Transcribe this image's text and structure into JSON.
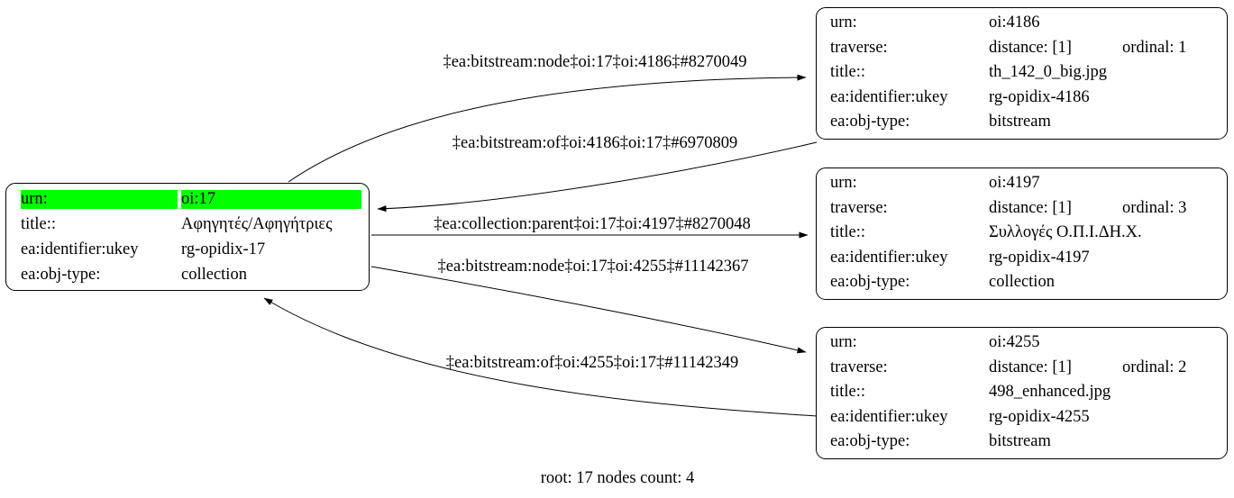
{
  "colors": {
    "highlight": "#00ff00",
    "border": "#000000",
    "edge": "#000000",
    "background": "#ffffff",
    "text": "#000000"
  },
  "caption": "root: 17 nodes count: 4",
  "root_node": {
    "rows": [
      {
        "label": "urn:",
        "value": "oi:17",
        "highlight": true
      },
      {
        "label": "title::",
        "value": "Αφηγητές/Αφηγήτριες"
      },
      {
        "label": "ea:identifier:ukey",
        "value": "rg-opidix-17"
      },
      {
        "label": "ea:obj-type:",
        "value": "collection"
      }
    ]
  },
  "child_nodes": [
    {
      "id": "oi:4186",
      "rows": [
        {
          "label": "urn:",
          "value": "oi:4186"
        },
        {
          "label": "traverse:",
          "value": "distance: [1]",
          "value2": "ordinal: 1"
        },
        {
          "label": "title::",
          "value": "th_142_0_big.jpg"
        },
        {
          "label": "ea:identifier:ukey",
          "value": "rg-opidix-4186"
        },
        {
          "label": "ea:obj-type:",
          "value": "bitstream"
        }
      ]
    },
    {
      "id": "oi:4197",
      "rows": [
        {
          "label": "urn:",
          "value": "oi:4197"
        },
        {
          "label": "traverse:",
          "value": "distance: [1]",
          "value2": "ordinal: 3"
        },
        {
          "label": "title::",
          "value": "Συλλογές Ο.Π.Ι.ΔΗ.Χ."
        },
        {
          "label": "ea:identifier:ukey",
          "value": "rg-opidix-4197"
        },
        {
          "label": "ea:obj-type:",
          "value": "collection"
        }
      ]
    },
    {
      "id": "oi:4255",
      "rows": [
        {
          "label": "urn:",
          "value": "oi:4255"
        },
        {
          "label": "traverse:",
          "value": "distance: [1]",
          "value2": "ordinal: 2"
        },
        {
          "label": "title::",
          "value": "498_enhanced.jpg"
        },
        {
          "label": "ea:identifier:ukey",
          "value": "rg-opidix-4255"
        },
        {
          "label": "ea:obj-type:",
          "value": "bitstream"
        }
      ]
    }
  ],
  "edges": [
    {
      "label": "‡ea:bitstream:node‡oi:17‡oi:4186‡#8270049"
    },
    {
      "label": "‡ea:bitstream:of‡oi:4186‡oi:17‡#6970809"
    },
    {
      "label": "‡ea:collection:parent‡oi:17‡oi:4197‡#8270048"
    },
    {
      "label": "‡ea:bitstream:node‡oi:17‡oi:4255‡#11142367"
    },
    {
      "label": "‡ea:bitstream:of‡oi:4255‡oi:17‡#11142349"
    }
  ]
}
